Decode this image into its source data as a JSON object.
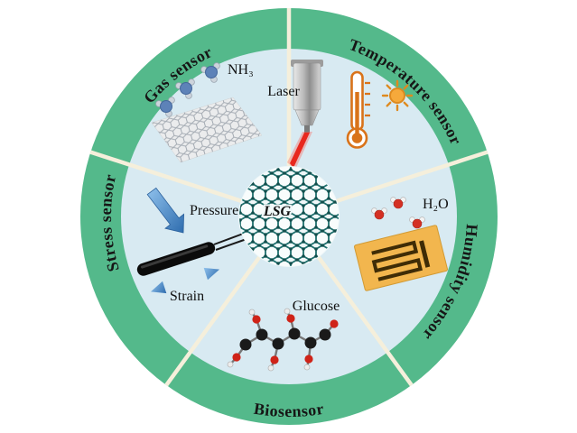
{
  "colors": {
    "ring": "#54b98b",
    "inner": "#d8eaf2",
    "divider": "#f5efdb",
    "laser_beam": "#e8281e",
    "thermometer": "#d9731a",
    "electrode_chip": "#f2b64e",
    "electrode_trace": "#3f2c06",
    "arrow_blue": "#3e86c6",
    "lattice_teal": "#1d6e6c",
    "carbon": "#1a1a1a",
    "oxygen": "#cf2318",
    "nitrogen_blue": "#5d82b8"
  },
  "center": {
    "material_label": "LSG",
    "laser_label": "Laser"
  },
  "sectors": {
    "gas": {
      "label": "Gas sensor",
      "molecule": "NH₃"
    },
    "temperature": {
      "label": "Temperature sensor"
    },
    "humidity": {
      "label": "Humidity sensor",
      "molecule": "H₂O"
    },
    "biosensor": {
      "label": "Biosensor",
      "molecule": "Glucose"
    },
    "stress": {
      "label": "Stress sensor",
      "pressure": "Pressure",
      "strain": "Strain"
    }
  }
}
